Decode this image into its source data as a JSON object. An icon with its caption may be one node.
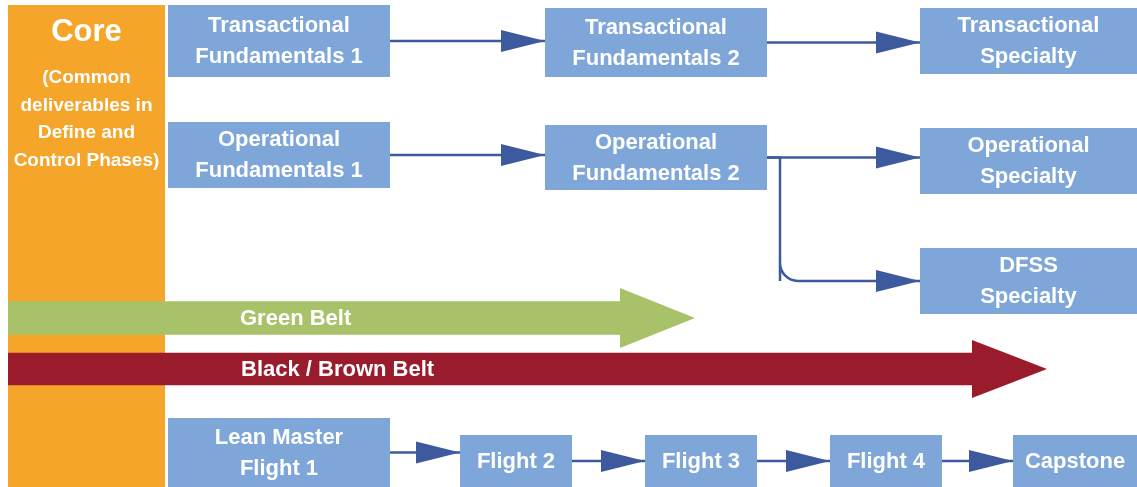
{
  "diagram": {
    "nodes": [
      {
        "text": [
          "Core",
          "(Common deliverables in Define and Control Phases)"
        ]
      },
      {
        "text": [
          "Transactional Fundamentals 1"
        ]
      },
      {
        "text": [
          "Transactional Fundamentals 2"
        ]
      },
      {
        "text": [
          "Transactional Specialty"
        ]
      },
      {
        "text": [
          "Operational Fundamentals 1"
        ]
      },
      {
        "text": [
          "Operational Fundamentals 2"
        ]
      },
      {
        "text": [
          "Operational Specialty"
        ]
      },
      {
        "text": [
          "DFSS Specialty"
        ]
      },
      {
        "text": [
          "Green Belt"
        ]
      },
      {
        "text": [
          "Black / Brown Belt"
        ]
      },
      {
        "text": [
          "Lean Master Flight 1"
        ]
      },
      {
        "text": [
          "Flight 2"
        ]
      },
      {
        "text": [
          "Flight 3"
        ]
      },
      {
        "text": [
          "Flight 4"
        ]
      },
      {
        "text": [
          "Capstone"
        ]
      }
    ],
    "edges": [
      {
        "from": 1,
        "to": 2,
        "arrow": "to"
      },
      {
        "from": 2,
        "to": 3,
        "arrow": "to"
      },
      {
        "from": 4,
        "to": 5,
        "arrow": "to"
      },
      {
        "from": 5,
        "to": 6,
        "arrow": "to"
      },
      {
        "from": 5,
        "to": 7,
        "arrow": "to"
      },
      {
        "from": 10,
        "to": 11,
        "arrow": "to"
      },
      {
        "from": 11,
        "to": 12,
        "arrow": "to"
      },
      {
        "from": 12,
        "to": 13,
        "arrow": "to"
      },
      {
        "from": 13,
        "to": 14,
        "arrow": "to"
      }
    ]
  }
}
